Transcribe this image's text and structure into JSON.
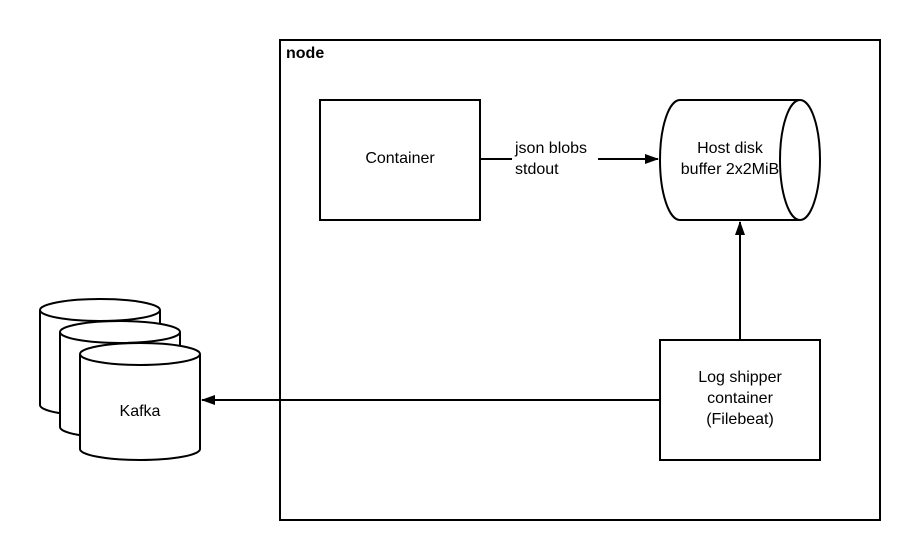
{
  "node": {
    "label": "node"
  },
  "container": {
    "label": "Container"
  },
  "edge_container_disk": {
    "line1": "json blobs",
    "line2": "stdout"
  },
  "host_disk": {
    "line1": "Host disk",
    "line2": "buffer 2x2MiB"
  },
  "log_shipper": {
    "line1": "Log shipper",
    "line2": "container",
    "line3": "(Filebeat)"
  },
  "kafka": {
    "label": "Kafka"
  },
  "colors": {
    "stroke": "#000000",
    "fill": "#ffffff"
  }
}
